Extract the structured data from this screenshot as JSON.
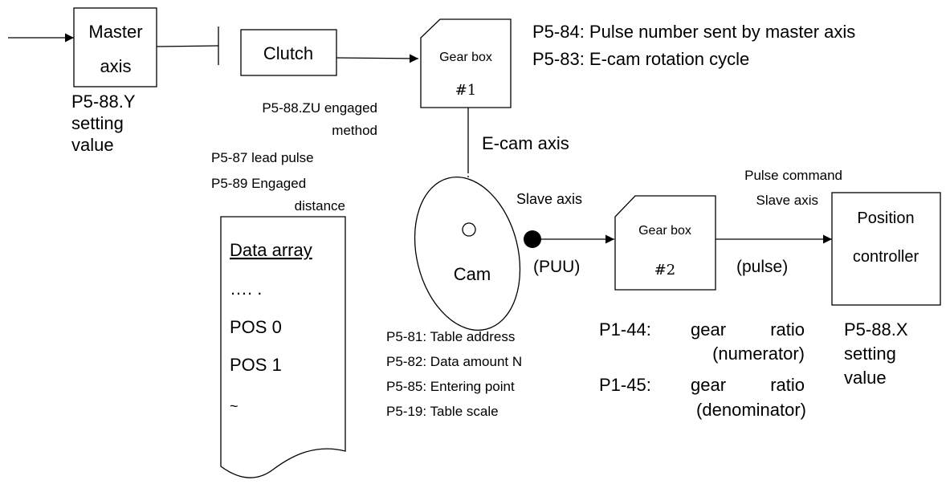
{
  "blocks": {
    "master_axis": [
      "Master",
      "axis"
    ],
    "clutch": "Clutch",
    "gearbox1": {
      "title": "Gear box",
      "number": "#1"
    },
    "cam": "Cam",
    "gearbox2": {
      "title": "Gear box",
      "number": "#2"
    },
    "position_controller": [
      "Position",
      "controller"
    ]
  },
  "labels": {
    "p5_88_y": [
      "P5-88.Y",
      "setting",
      "value"
    ],
    "clutch_params": [
      "P5-88.ZU engaged",
      "method",
      "P5-87 lead pulse",
      "P5-89 Engaged",
      "distance"
    ],
    "gearbox1_params": [
      "P5-84: Pulse number sent by master axis",
      "P5-83: E-cam rotation cycle"
    ],
    "ecam_axis": "E-cam axis",
    "slave_axis": "Slave axis",
    "puu": "(PUU)",
    "pulse_command": [
      "Pulse command",
      "Slave axis"
    ],
    "pulse": "(pulse)",
    "table_params": [
      "P5-81: Table address",
      "P5-82: Data amount N",
      "P5-85: Entering point",
      "P5-19: Table scale"
    ],
    "gear_ratio_params": [
      {
        "param": "P1-44:",
        "w1": "gear",
        "w2": "ratio",
        "paren": "(numerator)"
      },
      {
        "param": "P1-45:",
        "w1": "gear",
        "w2": "ratio",
        "paren": "(denominator)"
      }
    ],
    "p5_88_x": [
      "P5-88.X",
      "setting",
      "value"
    ]
  },
  "data_array": {
    "title": "Data array",
    "rows": [
      "…. .",
      "POS 0",
      "POS 1",
      "~"
    ]
  }
}
